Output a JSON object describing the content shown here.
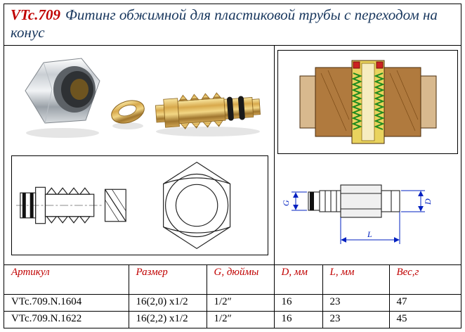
{
  "header": {
    "code": "VTc.709",
    "title": "Фитинг обжимной для пластиковой трубы с переходом на конус"
  },
  "colors": {
    "accent_red": "#c00000",
    "title_blue": "#17365d",
    "dimension_blue": "#0020c0"
  },
  "drawings": {
    "dim_g": "G",
    "dim_d": "D",
    "dim_l": "L"
  },
  "table": {
    "headers": [
      "Артикул",
      "Размер",
      "G, дюймы",
      "D, мм",
      "L, мм",
      "Вес,г"
    ],
    "rows": [
      [
        "VTc.709.N.1604",
        "16(2,0) x1/2",
        "1/2″",
        "16",
        "23",
        "47"
      ],
      [
        "VTc.709.N.1622",
        "16(2,2) x1/2",
        "1/2″",
        "16",
        "23",
        "45"
      ]
    ]
  }
}
